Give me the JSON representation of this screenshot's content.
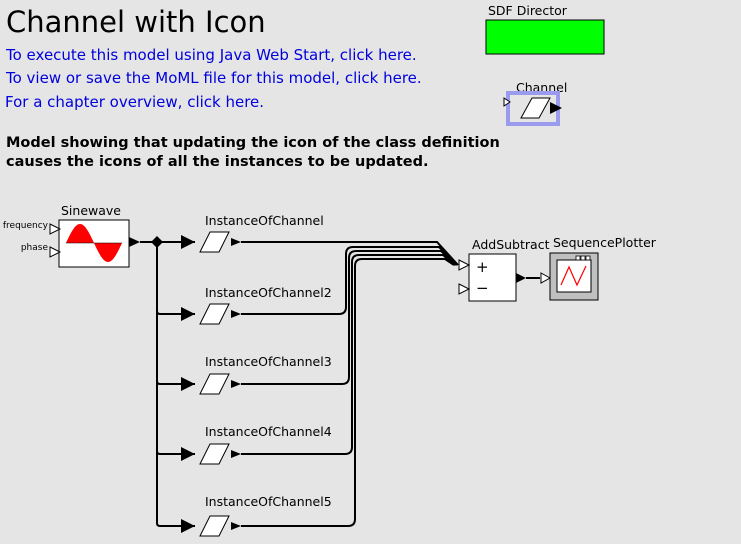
{
  "title": "Channel with Icon",
  "links": [
    "To execute this model using Java Web Start, click here.",
    "To view or save the MoML file for this model, click here.",
    "For a chapter overview, click here."
  ],
  "description": [
    "Model showing that updating the icon of the class definition",
    "causes the icons of all the instances to be updated."
  ],
  "director": {
    "label": "SDF Director",
    "color": "#00ff00"
  },
  "class_def": {
    "label": "Channel",
    "highlight": "#9a9aee"
  },
  "sinewave": {
    "label": "Sinewave",
    "port_frequency": "frequency",
    "port_phase": "phase",
    "wave_color": "#ff0000"
  },
  "instances": [
    {
      "label": "InstanceOfChannel"
    },
    {
      "label": "InstanceOfChannel2"
    },
    {
      "label": "InstanceOfChannel3"
    },
    {
      "label": "InstanceOfChannel4"
    },
    {
      "label": "InstanceOfChannel5"
    }
  ],
  "add_subtract": {
    "label": "AddSubtract",
    "plus": "+",
    "minus": "−"
  },
  "plotter": {
    "label": "SequencePlotter",
    "icon": "plotter-icon",
    "trace_color": "#ff0000"
  }
}
